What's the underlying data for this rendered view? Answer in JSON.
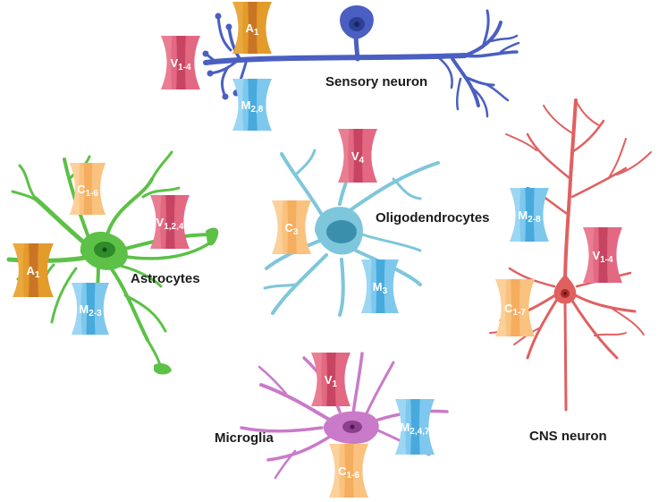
{
  "cells": {
    "sensory": "Sensory neuron",
    "astrocytes": "Astrocytes",
    "oligodendrocytes": "Oligodendrocytes",
    "microglia": "Microglia",
    "cns": "CNS neuron"
  },
  "channels": {
    "sensory_a": {
      "letter": "A",
      "sub": "1"
    },
    "sensory_v": {
      "letter": "V",
      "sub": "1-4"
    },
    "sensory_m": {
      "letter": "M",
      "sub": "2,8"
    },
    "astro_c": {
      "letter": "C",
      "sub": "1-6"
    },
    "astro_v": {
      "letter": "V",
      "sub": "1,2,4"
    },
    "astro_a": {
      "letter": "A",
      "sub": "1"
    },
    "astro_m": {
      "letter": "M",
      "sub": "2-3"
    },
    "oligo_v": {
      "letter": "V",
      "sub": "4"
    },
    "oligo_c": {
      "letter": "C",
      "sub": "3"
    },
    "oligo_m": {
      "letter": "M",
      "sub": "3"
    },
    "micro_v": {
      "letter": "V",
      "sub": "1"
    },
    "micro_m": {
      "letter": "M",
      "sub": "2,4,7"
    },
    "micro_c": {
      "letter": "C",
      "sub": "1-6"
    },
    "cns_m": {
      "letter": "M",
      "sub": "2-8"
    },
    "cns_v": {
      "letter": "V",
      "sub": "1-4"
    },
    "cns_c": {
      "letter": "C",
      "sub": "1-7"
    }
  },
  "colors": {
    "sensory": "#4a5fc1",
    "astrocyte": "#5cc146",
    "oligodendrocyte": "#7ec6db",
    "microglia": "#c97bc9",
    "cns": "#e06060",
    "channel_A": "#e39b2a",
    "channel_V": "#e36882",
    "channel_M": "#7ec8ee",
    "channel_C": "#fac27f"
  }
}
